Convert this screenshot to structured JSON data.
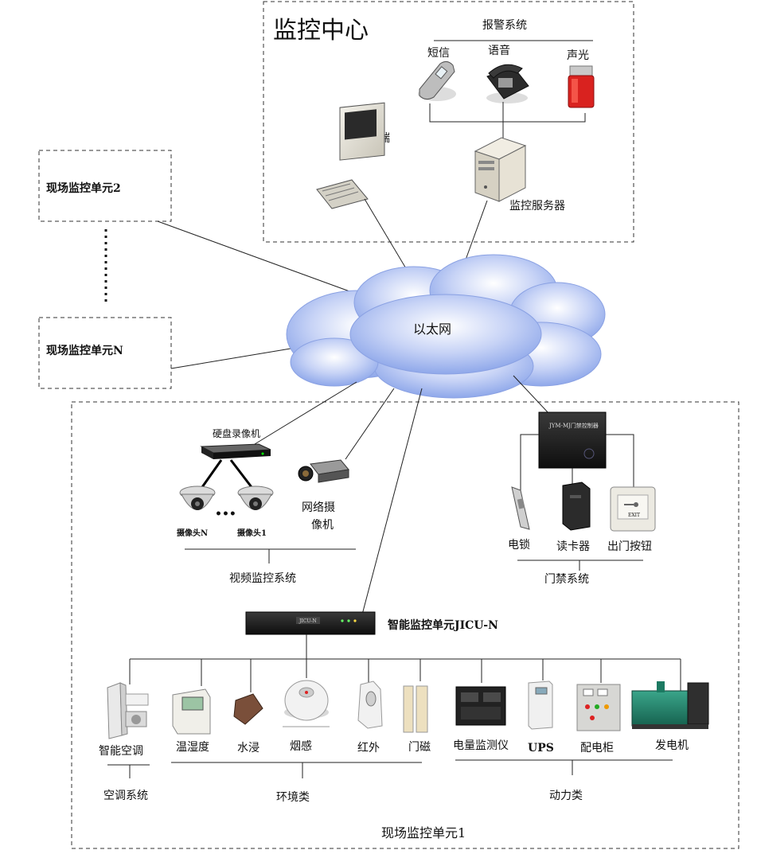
{
  "monitoring_center": {
    "title": "监控中心",
    "alarm_system": "报警系统",
    "sms": "短信",
    "voice": "语音",
    "sound_light": "声光",
    "client": "客户端",
    "server": "监控服务器"
  },
  "remote_units": {
    "unit2": "现场监控单元2",
    "unitN": "现场监控单元N"
  },
  "network": {
    "label": "以太网"
  },
  "site_unit1": {
    "title": "现场监控单元1",
    "video": {
      "dvr": "硬盘录像机",
      "camera_n": "摄像头N",
      "dots": "•••",
      "camera_1": "摄像头1",
      "ip_camera_line1": "网络摄",
      "ip_camera_line2": "像机",
      "system": "视频监控系统"
    },
    "access": {
      "controller_label": "JYM-MJ门禁控制器",
      "lock": "电锁",
      "card_reader": "读卡器",
      "exit_button": "出门按钮",
      "system": "门禁系统",
      "exit_text": "EXIT"
    },
    "jicu": {
      "label": "智能监控单元JICU-N",
      "panel_text": "JICU-N"
    },
    "devices": {
      "aircon": "智能空调",
      "temp_humidity": "温湿度",
      "water": "水浸",
      "smoke": "烟感",
      "infrared": "红外",
      "door_magnet": "门磁",
      "power_meter": "电量监测仪",
      "ups": "UPS",
      "distribution": "配电柜",
      "generator": "发电机"
    },
    "groups": {
      "aircon_system": "空调系统",
      "environment": "环境类",
      "power": "动力类"
    }
  },
  "colors": {
    "cloud_blue": "#8fa8ea",
    "alarm_red": "#d9221f"
  }
}
